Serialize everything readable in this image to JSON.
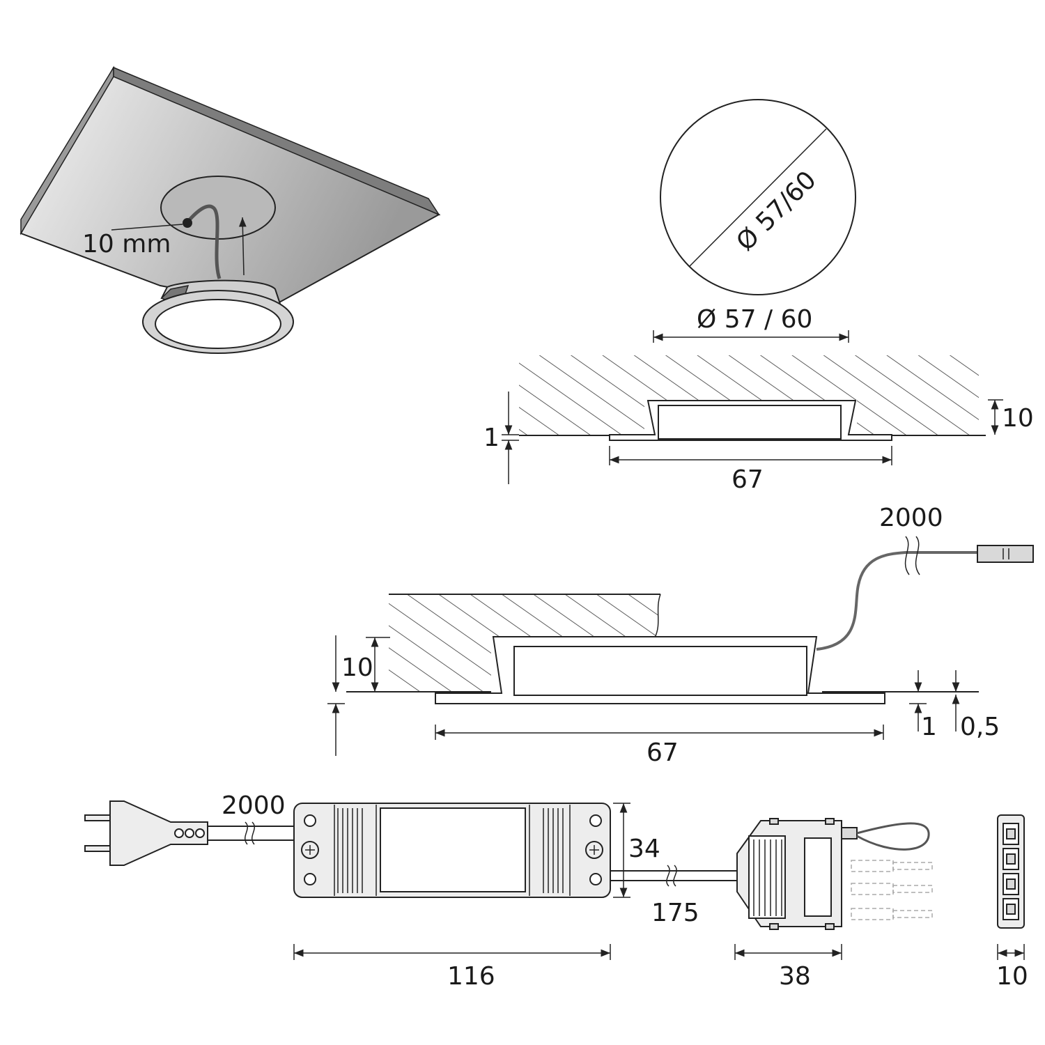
{
  "labels": {
    "cable_gap": "10 mm",
    "diameter_circle": "Ø 57/60",
    "diameter_cutout": "Ø 57 / 60",
    "flange_thickness_top": "1",
    "depth_top": "10",
    "width_top": "67",
    "cable_length_light": "2000",
    "depth_section": "10",
    "flange_thickness_section": "1",
    "offset_section": "0,5",
    "width_section": "67",
    "mains_cable_length": "2000",
    "driver_height": "34",
    "driver_output_cable": "175",
    "driver_length": "116",
    "distributor_width": "38",
    "connector_strip_width": "10"
  },
  "colors": {
    "line": "#222222",
    "fill_grey": "#d9d9d9",
    "fill_light": "#ededed",
    "panel_gradient_start": "#f4f4f4",
    "panel_gradient_end": "#9a9a9a"
  }
}
